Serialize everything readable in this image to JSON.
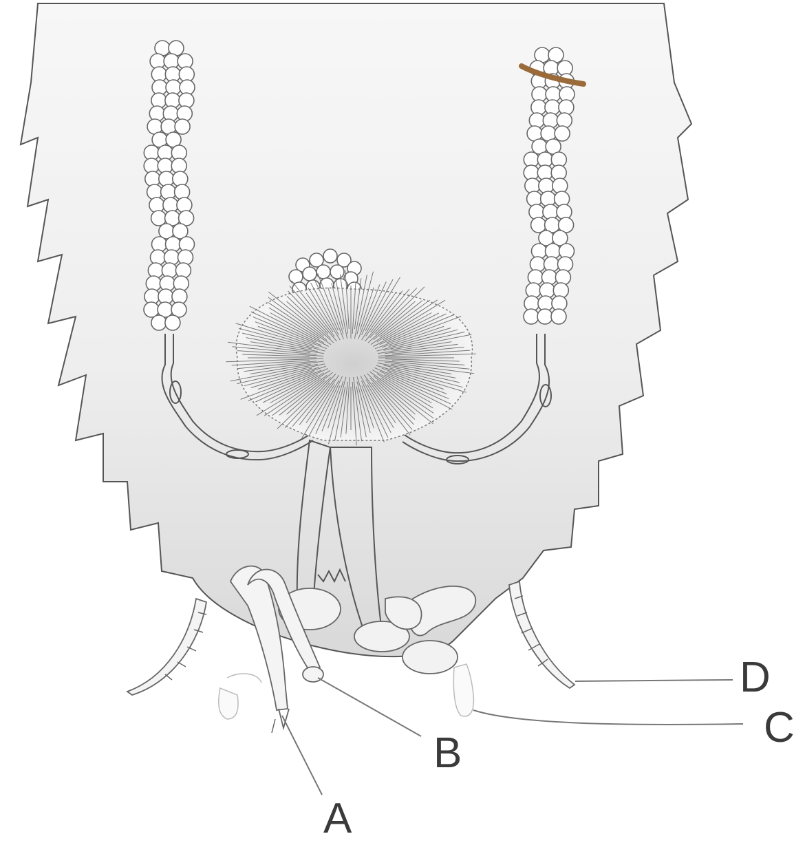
{
  "labels": {
    "A": "A",
    "B": "B",
    "C": "C",
    "D": "D"
  },
  "colors": {
    "background": "#ffffff",
    "body_fill": "#ececec",
    "outline": "#555555",
    "mark": "#9a6a3a"
  }
}
